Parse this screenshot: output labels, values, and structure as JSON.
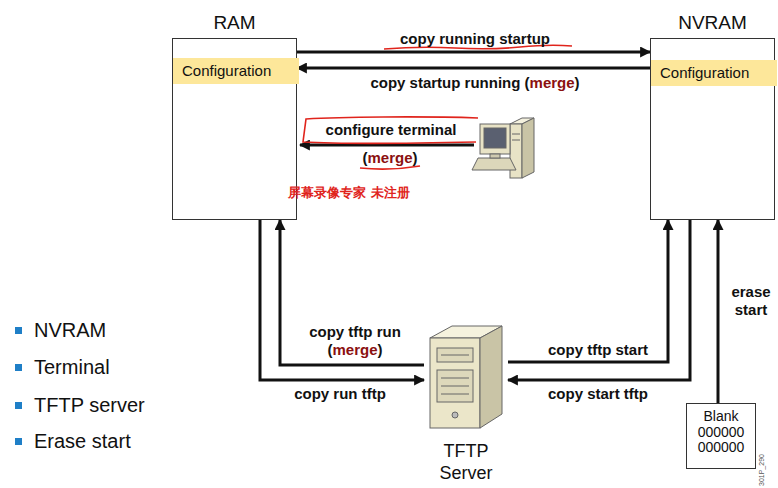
{
  "diagram": {
    "nodes": [
      {
        "text": [
          "RAM"
        ]
      },
      {
        "text": [
          "Configuration"
        ],
        "in": 0
      },
      {
        "text": [
          "NVRAM"
        ]
      },
      {
        "text": [
          "Configuration"
        ],
        "in": 2
      },
      {
        "text": [
          "TFTP Server"
        ]
      },
      {
        "text": [
          "Blank 000000 000000"
        ]
      }
    ],
    "edges": [
      {
        "from": 0,
        "to": 2,
        "label": "copy running startup",
        "arrow": "to"
      },
      {
        "from": 2,
        "to": 0,
        "label": "copy startup running (merge)",
        "arrow": "to"
      },
      {
        "from": 0,
        "to": 4,
        "label": "copy run tftp",
        "arrow": "to"
      },
      {
        "from": 4,
        "to": 0,
        "label": "copy tftp run (merge)",
        "arrow": "to"
      },
      {
        "from": 4,
        "to": 2,
        "label": "copy tftp start",
        "arrow": "to"
      },
      {
        "from": 2,
        "to": 4,
        "label": "copy start tftp",
        "arrow": "to"
      },
      {
        "from": 5,
        "to": 2,
        "label": "erase start",
        "arrow": "to"
      }
    ],
    "labels": [
      "configure terminal",
      "(merge)",
      "屏幕录像专家 未注册",
      "NVRAM",
      "Terminal",
      "TFTP server",
      "Erase start",
      "301P_290"
    ]
  }
}
